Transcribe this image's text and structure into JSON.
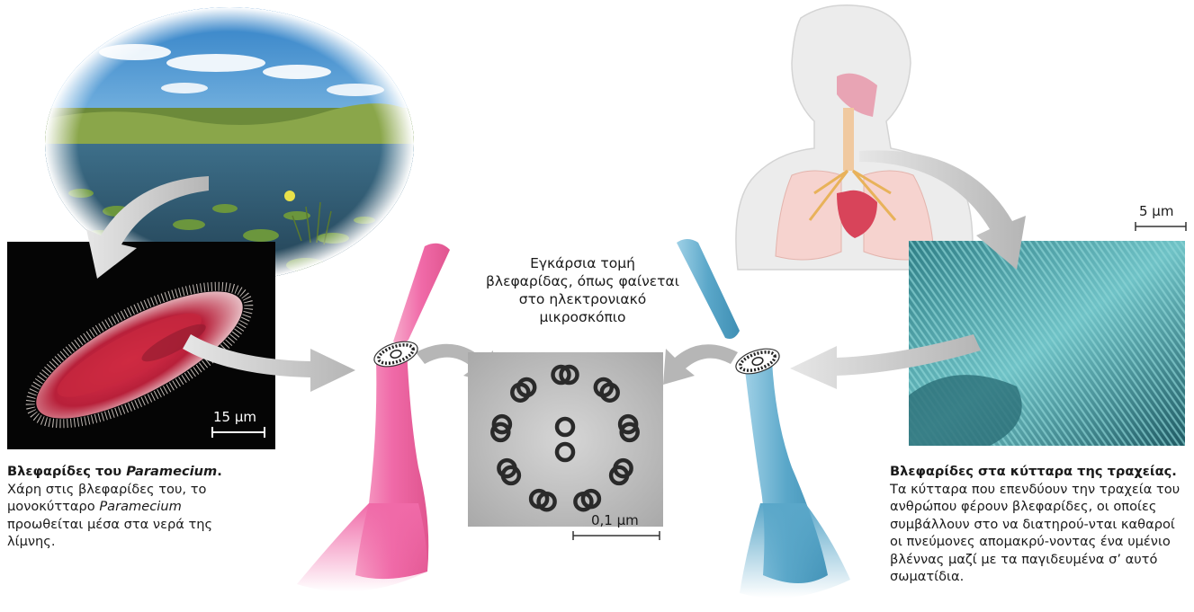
{
  "center": {
    "title": "Εγκάρσια τομή βλεφαρίδας, όπως φαίνεται στο ηλεκτρονιακό μικροσκόπιο",
    "scale": "0,1 μm"
  },
  "paramecium": {
    "scale": "15 μm",
    "caption_title": "Βλεφαρίδες του ",
    "caption_title_italic": "Paramecium",
    "caption_title_end": ".",
    "caption_text_1": "Χάρη στις βλεφαρίδες του, το μονοκύτταρο ",
    "caption_text_italic": "Paramecium",
    "caption_text_2": " προωθείται μέσα στα νερά της λίμνης."
  },
  "trachea": {
    "scale": "5 μm",
    "caption_title": "Βλεφαρίδες στα κύτταρα της τραχείας.",
    "caption_text": "Τα κύτταρα που επενδύουν την τραχεία του ανθρώπου φέρουν βλεφαρίδες, οι οποίες συμβάλλουν στο να διατηρού-νται καθαροί οι πνεύμονες απομακρύ-νοντας ένα υμένιο βλέννας μαζί με τα παγιδευμένα σ’ αυτό σωματίδια."
  },
  "colors": {
    "pink_cilium": "#f06aa8",
    "blue_cilium": "#5aa7c9",
    "arrow_gray": "#c4c4c4",
    "sem_teal": "#3c8f96"
  }
}
